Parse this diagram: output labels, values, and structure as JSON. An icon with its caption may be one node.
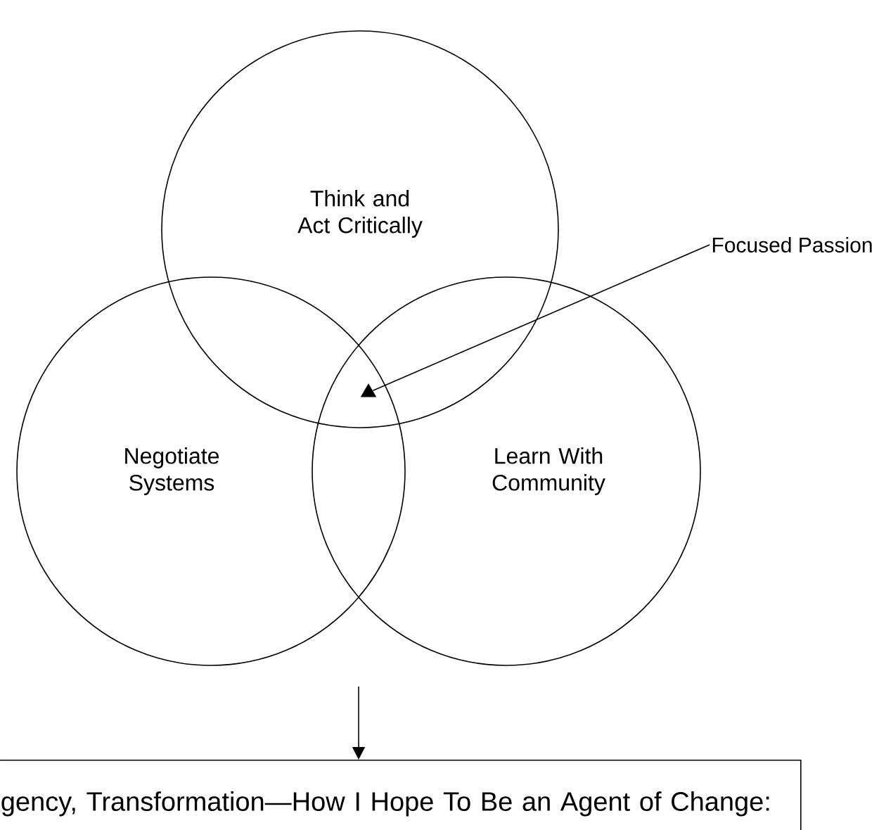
{
  "diagram": {
    "nodes": [
      {
        "text": [
          "Think and Act Critically"
        ]
      },
      {
        "text": [
          "Negotiate Systems"
        ]
      },
      {
        "text": [
          "Learn With Community"
        ]
      },
      {
        "text": [
          "Focused Passion"
        ]
      },
      {
        "text": [],
        "shape": "triangle"
      },
      {
        "text": [
          "gency, Transformation—How I Hope To Be an Agent of Change:"
        ]
      }
    ],
    "edges": [
      {
        "from": 3,
        "to": 4,
        "arrow": "none"
      },
      {
        "from": null,
        "to": 5,
        "arrow": "to"
      }
    ]
  }
}
